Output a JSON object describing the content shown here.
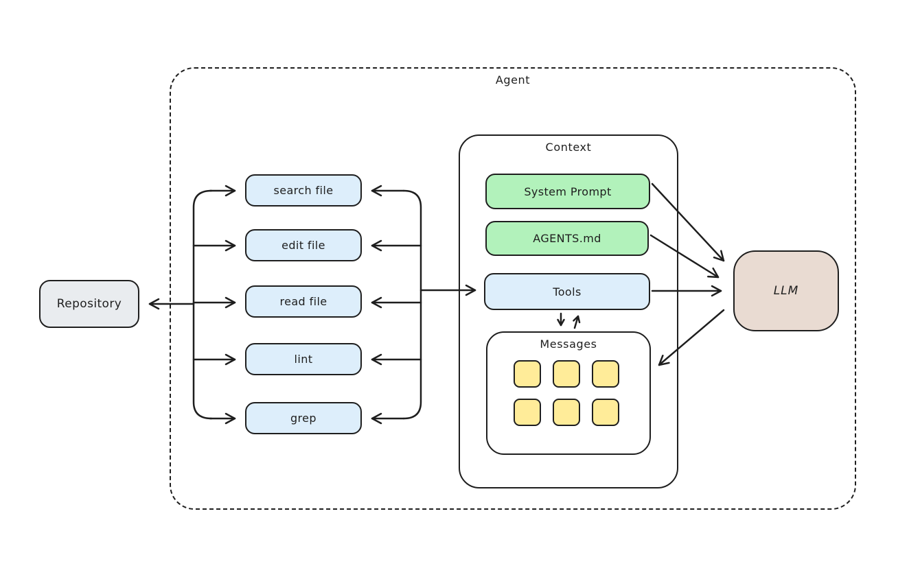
{
  "diagram": {
    "stroke_color": "#1e1e1e",
    "background_color": "#ffffff",
    "agent": {
      "label": "Agent"
    },
    "repository": {
      "label": "Repository",
      "fill": "#e9ecef"
    },
    "tool_fill": "#ddeefb",
    "tool_boxes": [
      {
        "label": "search file"
      },
      {
        "label": "edit file"
      },
      {
        "label": "read file"
      },
      {
        "label": "lint"
      },
      {
        "label": "grep"
      }
    ],
    "context": {
      "label": "Context",
      "system_prompt": {
        "label": "System Prompt",
        "fill": "#b2f2bb"
      },
      "agents_md": {
        "label": "AGENTS.md",
        "fill": "#b2f2bb"
      },
      "tools": {
        "label": "Tools",
        "fill": "#ddeefb"
      },
      "messages": {
        "label": "Messages",
        "square_count": 6,
        "square_fill": "#ffec99"
      }
    },
    "llm": {
      "label": "LLM",
      "fill": "#e9dbd2"
    }
  }
}
